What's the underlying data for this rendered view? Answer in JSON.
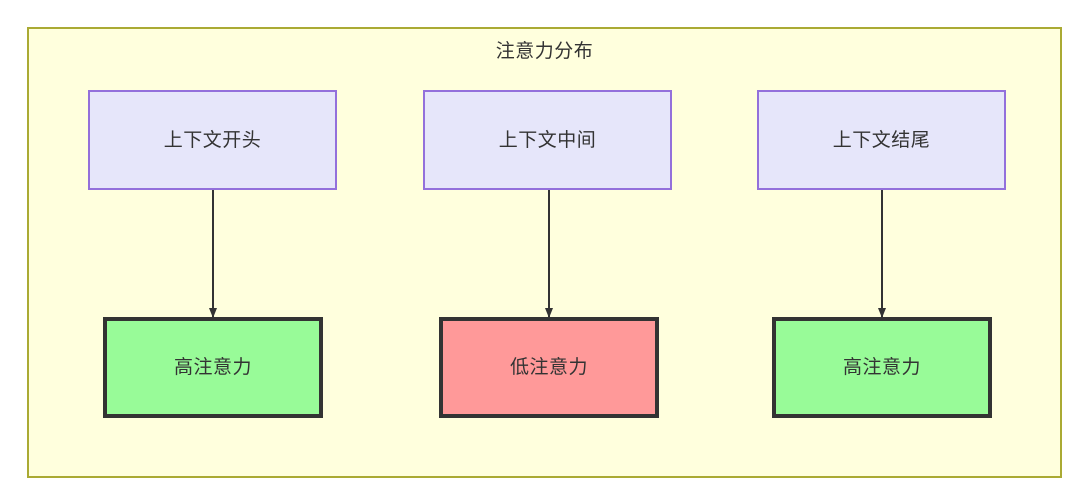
{
  "diagram": {
    "title": "注意力分布",
    "background_color": "#ffffff",
    "container": {
      "fill": "#ffffdd",
      "stroke": "#aaaa33"
    },
    "palette": {
      "context_fill": "#e6e6fa",
      "context_stroke": "#9370db",
      "high_attention_fill": "#98fb98",
      "low_attention_fill": "#ff9999",
      "node_stroke": "#333333",
      "edge_color": "#333333",
      "text_color": "#333333"
    },
    "nodes": {
      "context_start": {
        "label": "上下文开头"
      },
      "context_middle": {
        "label": "上下文中间"
      },
      "context_end": {
        "label": "上下文结尾"
      },
      "attention_start": {
        "label": "高注意力"
      },
      "attention_middle": {
        "label": "低注意力"
      },
      "attention_end": {
        "label": "高注意力"
      }
    },
    "edges": [
      {
        "from": "context_start",
        "to": "attention_start",
        "label": ""
      },
      {
        "from": "context_middle",
        "to": "attention_middle",
        "label": ""
      },
      {
        "from": "context_end",
        "to": "attention_end",
        "label": ""
      }
    ]
  }
}
